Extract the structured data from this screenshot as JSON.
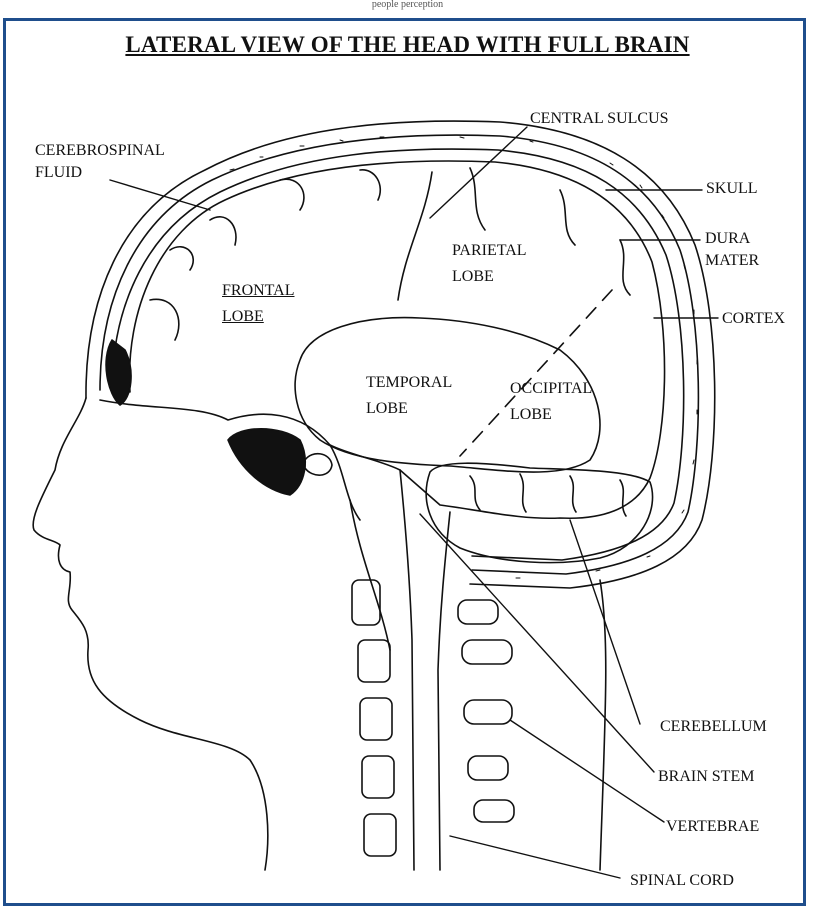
{
  "header": {
    "caption": "people perception"
  },
  "title": "LATERAL VIEW OF THE HEAD WITH FULL BRAIN",
  "labels": {
    "central_sulcus": "CENTRAL SULCUS",
    "csf_line1": "CEREBROSPINAL",
    "csf_line2": "FLUID",
    "skull": "SKULL",
    "dura_line1": "DURA",
    "dura_line2": "MATER",
    "cortex": "CORTEX",
    "parietal_line1": "PARIETAL",
    "parietal_line2": "LOBE",
    "frontal_line1": "FRONTAL",
    "frontal_line2": "LOBE",
    "temporal_line1": "TEMPORAL",
    "temporal_line2": "LOBE",
    "occipital_line1": "OCCIPITAL",
    "occipital_line2": "LOBE",
    "cerebellum": "CEREBELLUM",
    "brain_stem": "BRAIN STEM",
    "vertebrae": "VERTEBRAE",
    "spinal_cord": "SPINAL CORD"
  },
  "colors": {
    "frame": "#1f4e8c",
    "ink": "#111111"
  }
}
